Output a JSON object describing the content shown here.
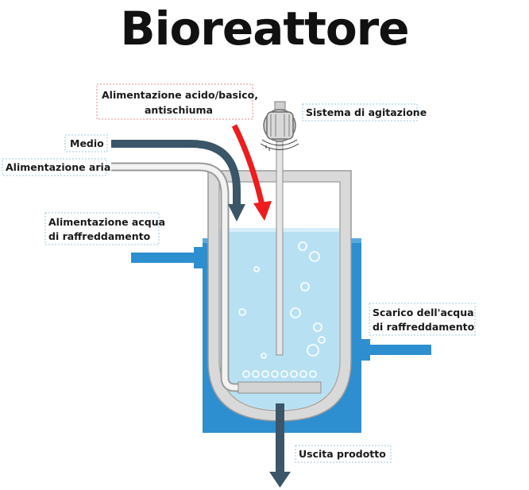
{
  "title": "Bioreattore",
  "labels": {
    "acid_feed_line1": "Alimentazione acido/basico,",
    "acid_feed_line2": "antischiuma",
    "agitation": "Sistema di agitazione",
    "medium": "Medio",
    "air_feed": "Alimentazione aria",
    "cooling_in_line1": "Alimentazione acqua",
    "cooling_in_line2": "di raffreddamento",
    "cooling_out_line1": "Scarico dell'acqua",
    "cooling_out_line2": "di raffreddamento",
    "product_out": "Uscita prodotto"
  },
  "colors": {
    "jacket_water": "#2e8fd0",
    "vessel_liquid": "#b7e1f3",
    "vessel_wall": "#d9d9d9",
    "pipe_dark": "#3a5668",
    "acid_arrow": "#ee1c1c",
    "label_border_red": "#e88c8c",
    "label_border_blue": "#9ec9dc"
  }
}
